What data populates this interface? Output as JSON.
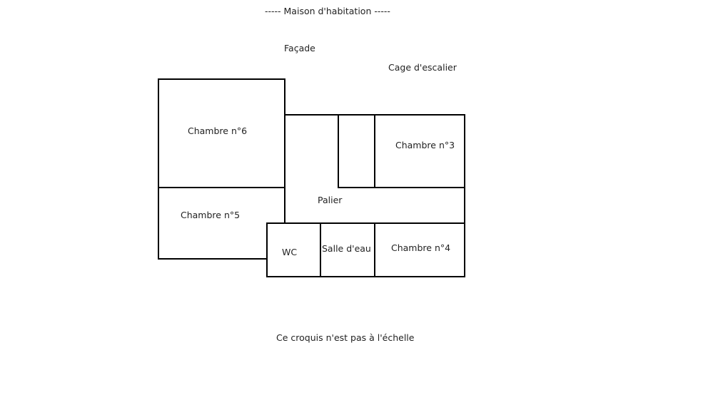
{
  "title": "-----  Maison d'habitation  -----",
  "facade": "Façade",
  "staircase": "Cage d'escalier",
  "rooms": {
    "chambre6": "Chambre n°6",
    "chambre5": "Chambre n°5",
    "chambre3": "Chambre n°3",
    "chambre4": "Chambre n°4",
    "palier": "Palier",
    "wc": "WC",
    "salle_eau": "Salle d'eau"
  },
  "note": "Ce croquis n'est pas à l'échelle",
  "colors": {
    "walls": "#000000",
    "text": "#222222",
    "background": "#ffffff"
  }
}
